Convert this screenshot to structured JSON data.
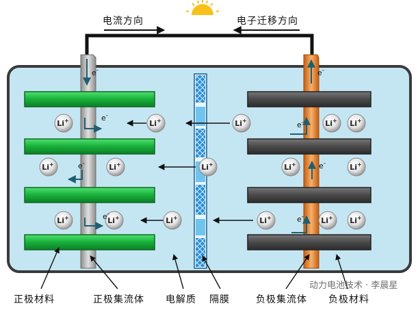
{
  "top_labels": {
    "current_direction": "电流方向",
    "electron_direction": "电子迁移方向"
  },
  "bottom_labels": {
    "cathode_material": "正极材料",
    "cathode_collector": "正极集流体",
    "electrolyte": "电解质",
    "separator": "隔膜",
    "anode_collector": "负极集流体",
    "anode_material": "负极材料"
  },
  "particle": {
    "ion": "Li",
    "ion_charge": "+",
    "electron": "e",
    "electron_charge": "-"
  },
  "watermark": "动力电池技术 · 李晨星",
  "colors": {
    "electrolyte_fill": "#c4e6f2",
    "cathode_material": "#19b43c",
    "anode_material": "#4a4a4a",
    "cathode_collector": "#a9a9a9",
    "anode_collector": "#e07a2c",
    "separator": "#3e9bd6",
    "frame": "#3a3a3a"
  },
  "icons": [
    "sun-icon",
    "lithium-ion-icon",
    "electron-icon",
    "arrow-icon"
  ]
}
